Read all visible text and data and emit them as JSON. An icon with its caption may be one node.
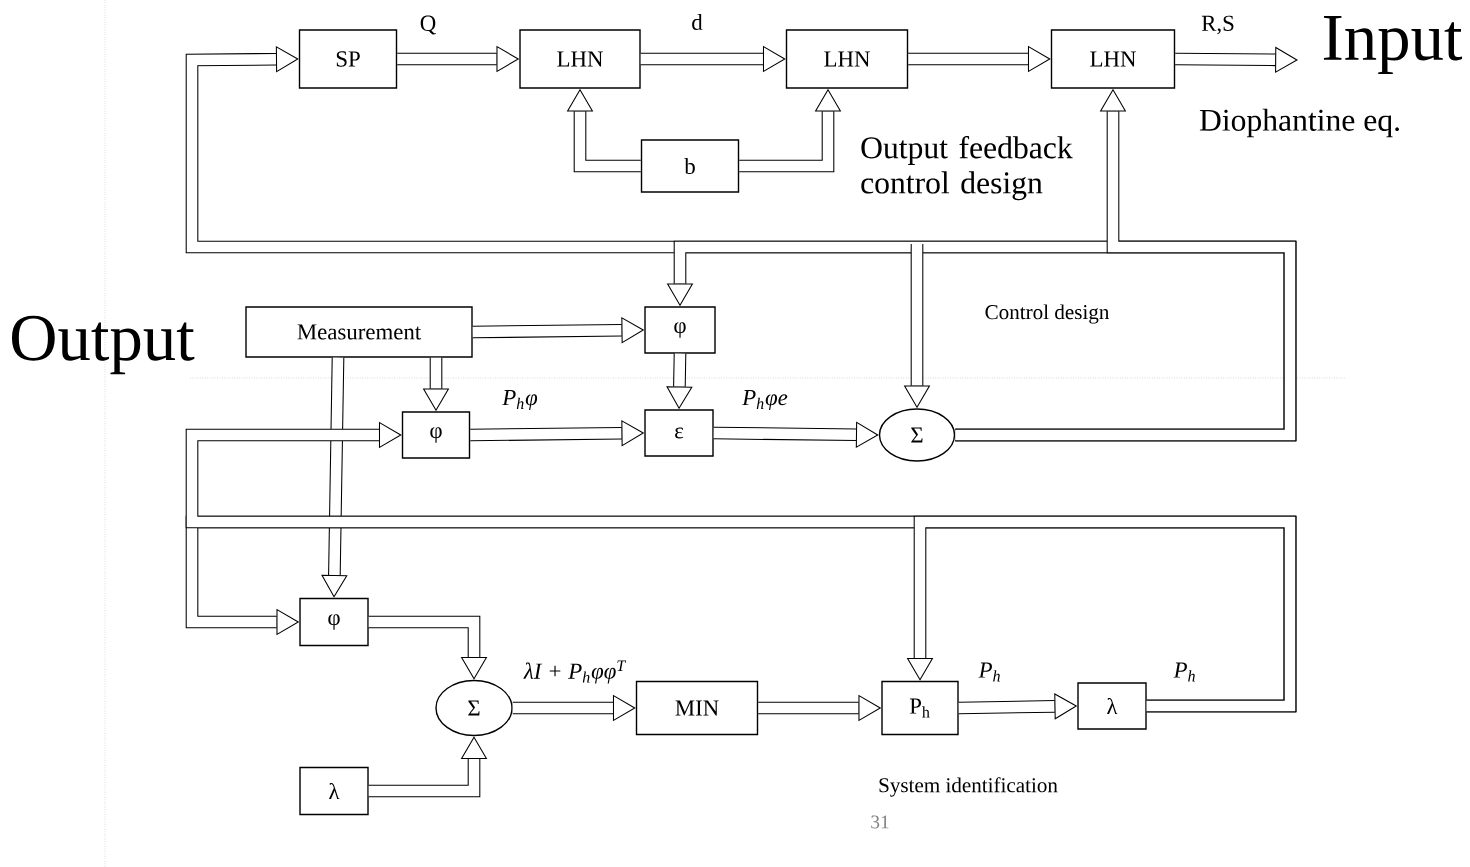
{
  "diagram": {
    "nodes": [
      {
        "text": [
          "SP"
        ]
      },
      {
        "text": [
          "LHN"
        ]
      },
      {
        "text": [
          "LHN"
        ]
      },
      {
        "text": [
          "LHN"
        ]
      },
      {
        "text": [
          "b"
        ]
      },
      {
        "text": [
          "Measurement"
        ]
      },
      {
        "text": [
          "φ"
        ]
      },
      {
        "text": [
          "φ"
        ]
      },
      {
        "text": [
          "ε"
        ]
      },
      {
        "text": [
          "Σ"
        ]
      },
      {
        "text": [
          "φ"
        ]
      },
      {
        "text": [
          "Σ"
        ]
      },
      {
        "text": [
          "MIN"
        ]
      },
      {
        "text": [
          "P$_{h}$"
        ]
      },
      {
        "text": [
          "λ"
        ]
      },
      {
        "text": [
          "λ"
        ]
      }
    ],
    "edges": [
      {
        "from": 0,
        "to": 1,
        "arrow": "to",
        "label": "Q"
      },
      {
        "from": 1,
        "to": 2,
        "arrow": "to",
        "label": "d"
      },
      {
        "from": 2,
        "to": 3,
        "arrow": "to"
      },
      {
        "from": 3,
        "to": null,
        "arrow": "to",
        "label": "R,S"
      },
      {
        "from": 4,
        "to": 1,
        "arrow": "to"
      },
      {
        "from": 4,
        "to": 2,
        "arrow": "to"
      },
      {
        "from": 9,
        "to": 0,
        "arrow": "to"
      },
      {
        "from": 9,
        "to": 6,
        "arrow": "to"
      },
      {
        "from": null,
        "to": 9,
        "arrow": "to"
      },
      {
        "from": 9,
        "to": 3,
        "arrow": "to"
      },
      {
        "from": 5,
        "to": 6,
        "arrow": "to"
      },
      {
        "from": 5,
        "to": 7,
        "arrow": "to"
      },
      {
        "from": 5,
        "to": 10,
        "arrow": "to"
      },
      {
        "from": 6,
        "to": 8,
        "arrow": "to"
      },
      {
        "from": 7,
        "to": 8,
        "arrow": "to",
        "label": "P$_{h}$φ"
      },
      {
        "from": 8,
        "to": 9,
        "arrow": "to",
        "label": "P$_{h}$φe"
      },
      {
        "from": 14,
        "to": 10,
        "arrow": "to",
        "label": "P$_{h}$"
      },
      {
        "from": 14,
        "to": 7,
        "arrow": "to"
      },
      {
        "from": 14,
        "to": 13,
        "arrow": "to"
      },
      {
        "from": 10,
        "to": 11,
        "arrow": "to"
      },
      {
        "from": 15,
        "to": 11,
        "arrow": "to"
      },
      {
        "from": 11,
        "to": 12,
        "arrow": "to",
        "label": "λI + P$_{h}$φφ$^{T}$"
      },
      {
        "from": 12,
        "to": 13,
        "arrow": "to"
      },
      {
        "from": 13,
        "to": 14,
        "arrow": "to",
        "label": "P$_{h}$"
      }
    ],
    "labels": [
      "Input",
      "Diophantine eq.",
      "Output feedback control design",
      "Control design",
      "Output",
      "System identification",
      "31"
    ]
  }
}
